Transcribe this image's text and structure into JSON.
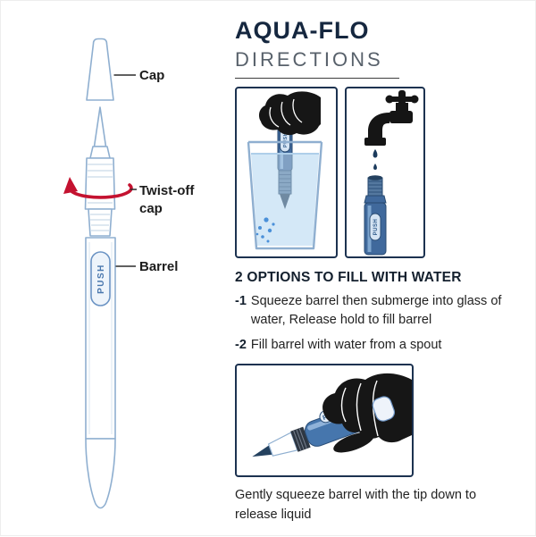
{
  "colors": {
    "navy": "#1c3250",
    "title_navy": "#15273f",
    "subtitle_gray": "#58616b",
    "red_arrow": "#c41230",
    "pen_outline_blue": "#8fafd0",
    "pen_blue": "#4676ad",
    "water_blue": "#d9ebf9",
    "push_fill": "#eef4fb"
  },
  "header": {
    "title": "AQUA-FLO",
    "subtitle": "DIRECTIONS"
  },
  "pen_diagram": {
    "labels": {
      "cap": "Cap",
      "twist_off_cap": "Twist-off cap",
      "barrel": "Barrel"
    },
    "push_label": "PUSH"
  },
  "directions": {
    "options_heading": "2 OPTIONS TO FILL WITH WATER",
    "steps": [
      {
        "num": "-1",
        "text": "Squeeze barrel then submerge into glass of water, Release hold to fill barrel"
      },
      {
        "num": "-2",
        "text": "Fill barrel with water from a spout"
      }
    ],
    "caption": "Gently squeeze barrel with the tip down to release liquid"
  }
}
